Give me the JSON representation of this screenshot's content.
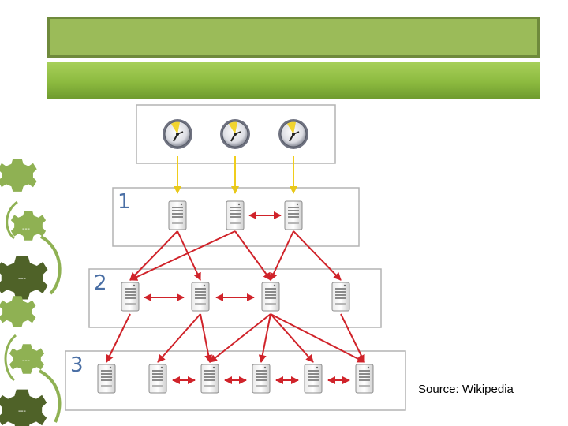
{
  "slide": {
    "title": "",
    "subtitle": ""
  },
  "diagram": {
    "strata": [
      {
        "label": "1",
        "servers": 3
      },
      {
        "label": "2",
        "servers": 4
      },
      {
        "label": "3",
        "servers": 6
      }
    ],
    "clocks": 3
  },
  "caption": "Source: Wikipedia",
  "colors": {
    "title_bar": "#9bbb59",
    "subtitle_bar": "#8cba3f",
    "gear_light": "#8fb153",
    "gear_dark": "#4f6228",
    "arrow_red": "#d0232a",
    "arrow_yellow": "#f2d21b",
    "stratum_label": "#4a6fa5"
  }
}
